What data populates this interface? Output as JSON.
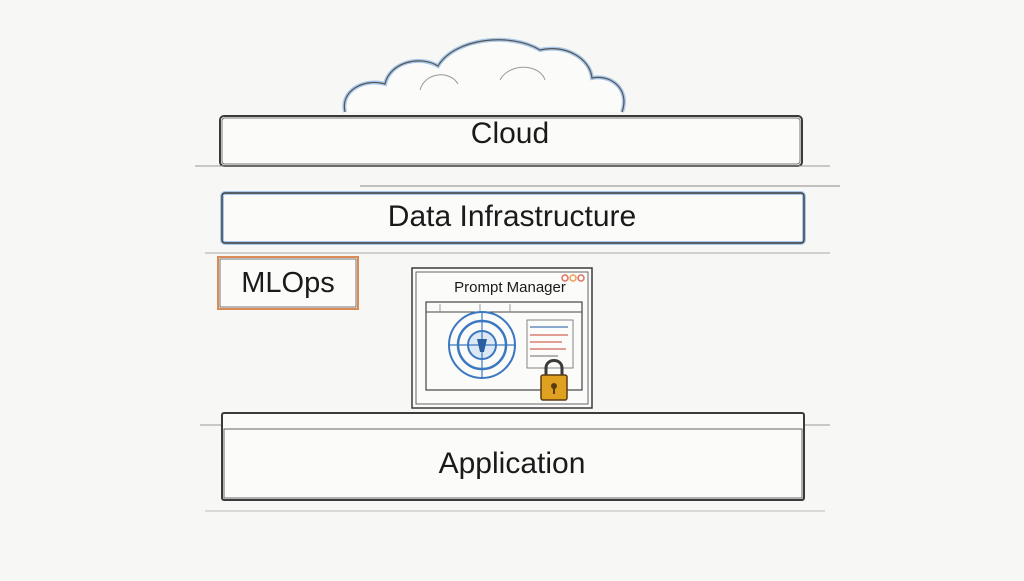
{
  "layers": {
    "cloud": {
      "label": "Cloud"
    },
    "data_infrastructure": {
      "label": "Data Infrastructure"
    },
    "mlops": {
      "label": "MLOps"
    },
    "prompt_manager": {
      "title": "Prompt Manager"
    },
    "application": {
      "label": "Application"
    }
  },
  "colors": {
    "sketch_line": "#3a3a3a",
    "cloud_tint": "#a9c8ea",
    "mlops_border": "#d98b55",
    "target_blue": "#3b78c0",
    "lock_gold": "#e0a020",
    "window_dot_red": "#e07060",
    "window_dot_orange": "#f0a050",
    "text_lines_red": "#d98070"
  },
  "icons": [
    "cloud-icon",
    "browser-window-icon",
    "target-icon",
    "padlock-icon"
  ]
}
